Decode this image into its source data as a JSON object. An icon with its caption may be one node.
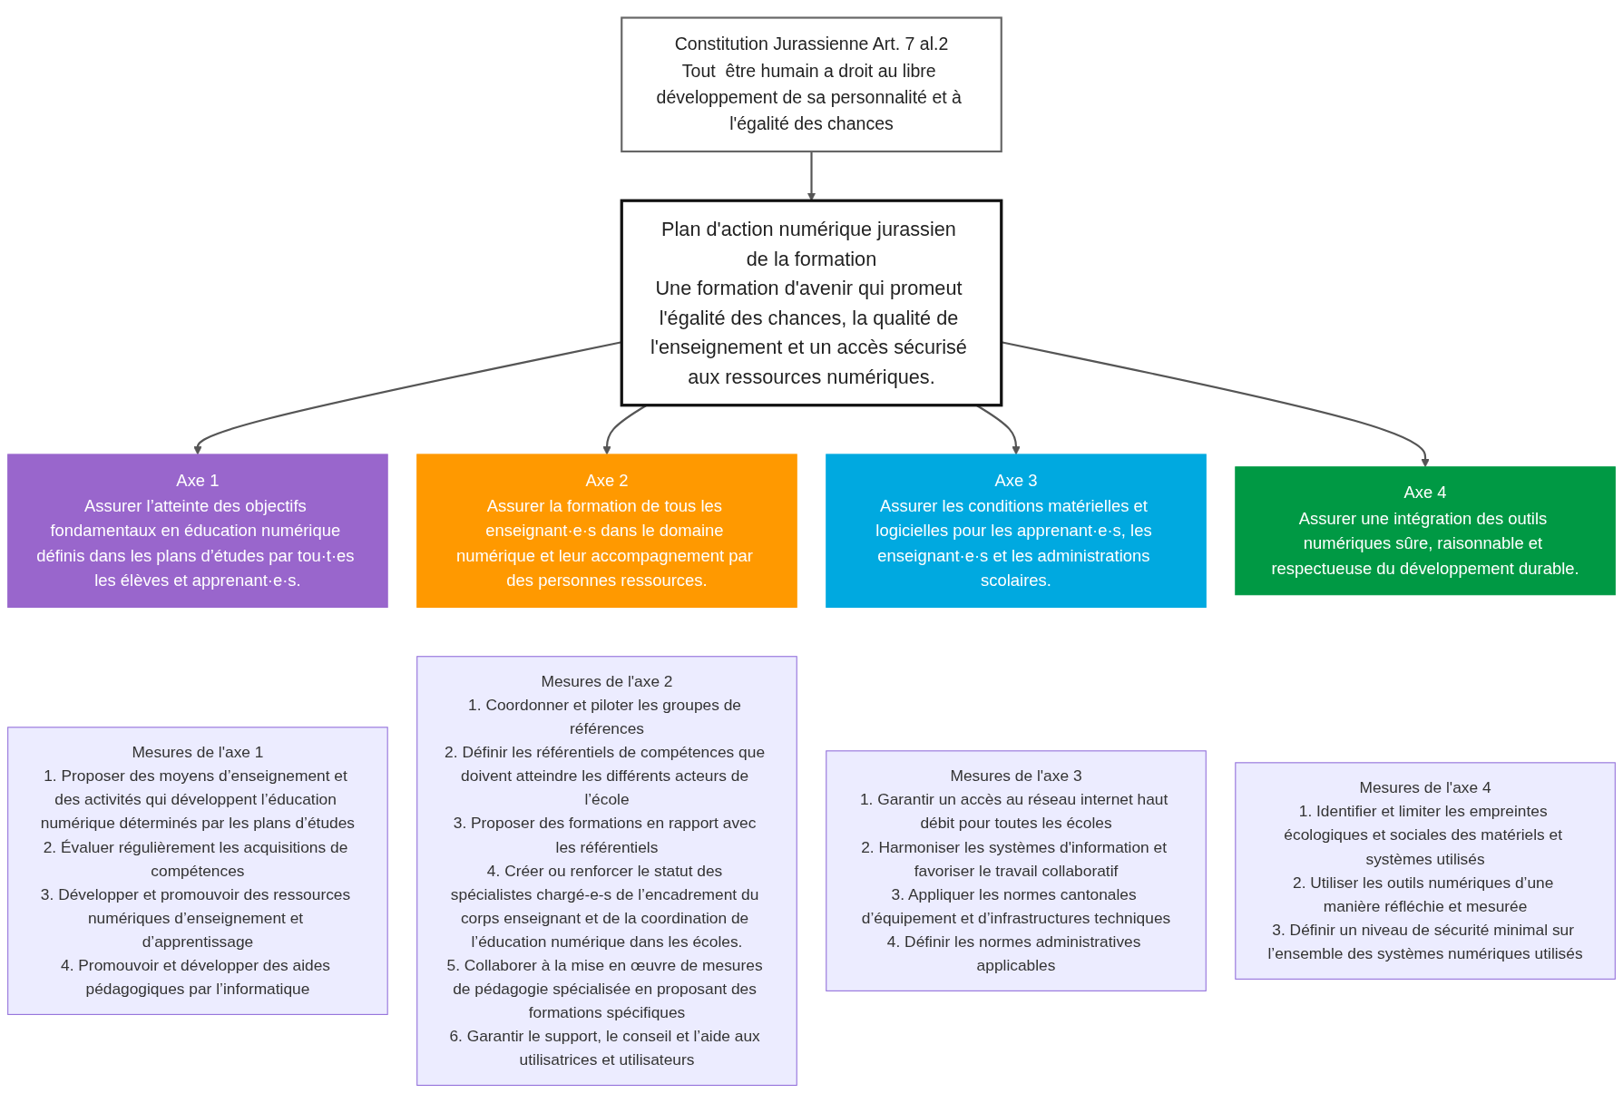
{
  "diagram": {
    "nodes": [
      {
        "text": [
          "Constitution Jurassienne Art. 7 al.2",
          "Tout  être humain a droit au libre développement de sa personnalité et à l'égalité des chances"
        ]
      },
      {
        "text": [
          "Plan d'action numérique jurassien de la formation",
          "Une formation d'avenir qui promeut l'égalité des chances, la qualité de l'enseignement et un accès sécurisé aux ressources numériques."
        ]
      },
      {
        "text": [
          "Axe 1",
          "Assurer l’atteinte des objectifs fondamentaux en éducation numérique définis dans les plans d’études par tou·t·es les élèves et apprenant·e·s."
        ]
      },
      {
        "text": [
          "Axe 2",
          "Assurer la formation de tous les enseignant·e·s dans le domaine numérique et leur accompagnement par des personnes ressources."
        ]
      },
      {
        "text": [
          "Axe 3",
          "Assurer les conditions matérielles et logicielles pour les apprenant·e·s, les enseignant·e·s et les administrations scolaires."
        ]
      },
      {
        "text": [
          "Axe 4",
          "Assurer une intégration des outils numériques sûre, raisonnable et respectueuse du développement durable."
        ]
      },
      {
        "text": [
          "Mesures de l'axe 1",
          "1. Proposer des moyens d’enseignement et des activités qui développent l’éducation numérique déterminés par les plans d’études",
          "2. Évaluer régulièrement les acquisitions de compétences",
          "3. Développer et promouvoir des ressources numériques d’enseignement et d’apprentissage",
          "4. Promouvoir et développer des aides pédagogiques par l’informatique"
        ]
      },
      {
        "text": [
          "Mesures de l'axe 2",
          "1. Coordonner et piloter les groupes de références",
          "2. Définir les référentiels de compétences que doivent atteindre les différents acteurs de l’école",
          "3. Proposer des formations en rapport avec les référentiels",
          "4. Créer ou renforcer le statut des spécialistes chargé-e-s de l’encadrement du corps enseignant et de la coordination de l’éducation numérique dans les écoles.",
          "5. Collaborer à la mise en œuvre de mesures de pédagogie spécialisée en proposant des formations spécifiques",
          "6. Garantir le support, le conseil et l’aide aux utilisatrices et utilisateurs"
        ]
      },
      {
        "text": [
          "Mesures de l'axe 3",
          "1. Garantir un accès au réseau internet haut débit pour toutes les écoles",
          "2. Harmoniser les systèmes d'information et favoriser le travail collaboratif",
          "3. Appliquer les normes cantonales d’équipement et d’infrastructures techniques",
          "4. Définir les normes administratives applicables"
        ]
      },
      {
        "text": [
          "Mesures de l'axe 4",
          "1. Identifier et limiter les empreintes écologiques et sociales des matériels et systèmes utilisés",
          "2. Utiliser les outils numériques d’une manière réfléchie et mesurée",
          "3. Définir un niveau de sécurité minimal sur l’ensemble des systèmes numériques utilisés"
        ]
      }
    ],
    "edges": [
      {
        "from": 0,
        "to": 1,
        "arrow": "to"
      },
      {
        "from": 1,
        "to": 2,
        "arrow": "to"
      },
      {
        "from": 1,
        "to": 3,
        "arrow": "to"
      },
      {
        "from": 1,
        "to": 4,
        "arrow": "to"
      },
      {
        "from": 1,
        "to": 5,
        "arrow": "to"
      }
    ]
  }
}
